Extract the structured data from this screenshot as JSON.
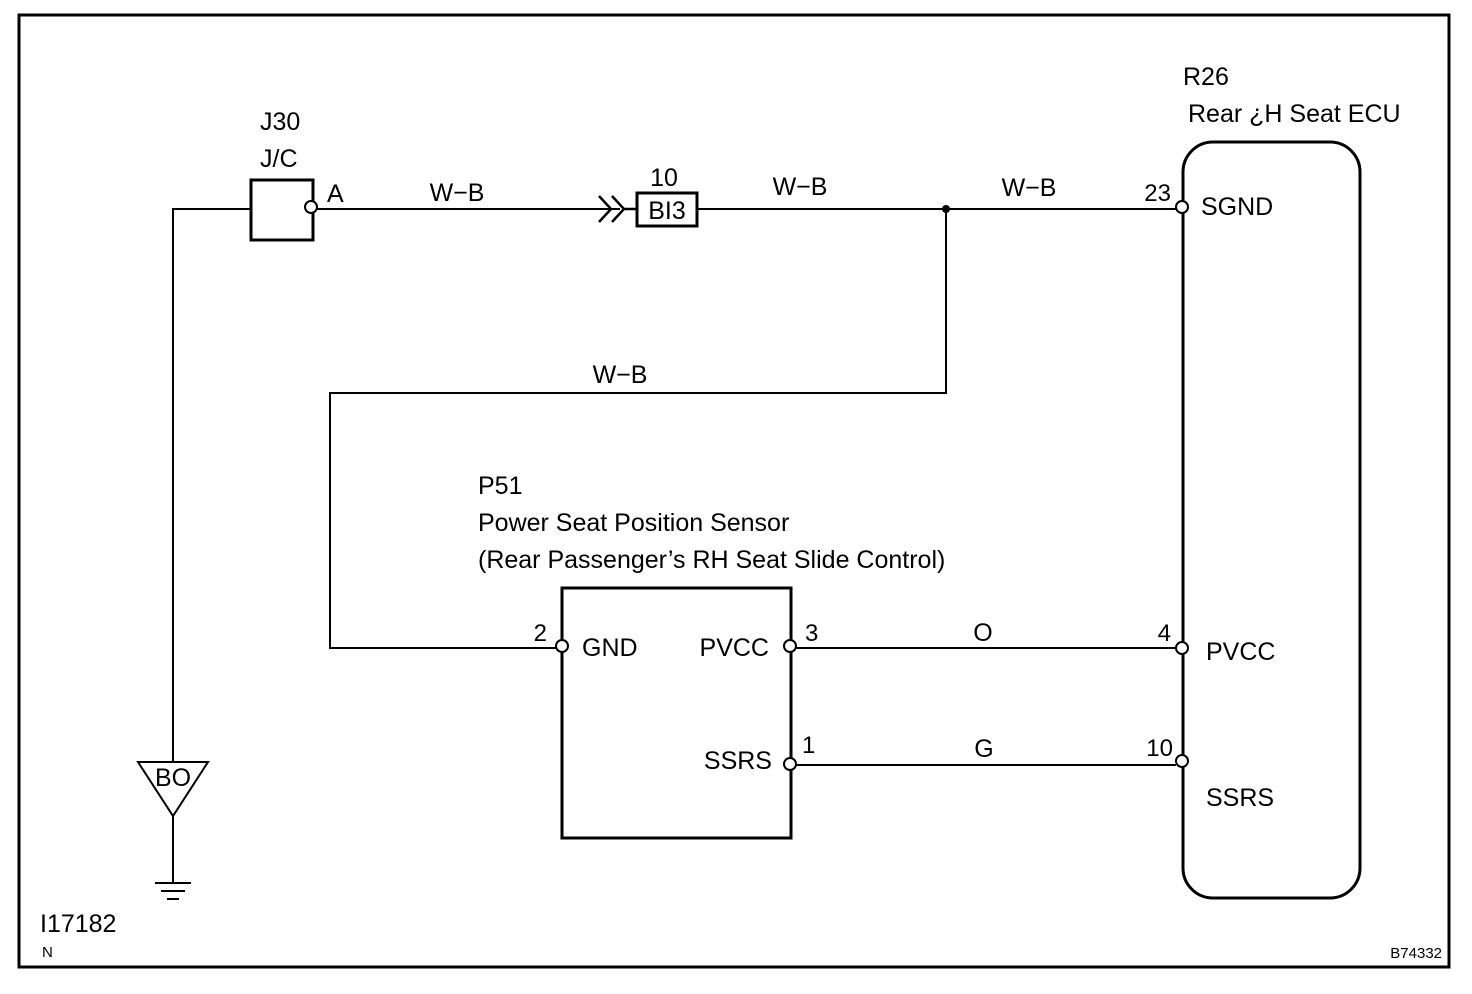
{
  "frame": {
    "border_color": "#000000",
    "background": "#ffffff"
  },
  "junction_block": {
    "code": "J30",
    "name": "J/C",
    "terminal": "A"
  },
  "connector_bl3": {
    "pin": "10",
    "name": "BI3"
  },
  "wires": {
    "jc_to_bl3": "W−B",
    "bl3_to_split": "W−B",
    "split_to_ecu": "W−B",
    "split_to_sensor": "W−B",
    "pvcc_line": "O",
    "ssrs_line": "G"
  },
  "ecu": {
    "code": "R26",
    "name": "Rear ¿H Seat ECU",
    "pins": [
      {
        "number": "23",
        "label": "SGND"
      },
      {
        "number": "4",
        "label": "PVCC"
      },
      {
        "number": "10",
        "label": "SSRS"
      }
    ]
  },
  "sensor": {
    "code": "P51",
    "name": "Power Seat Position Sensor",
    "subtitle": "(Rear Passenger’s RH Seat Slide Control)",
    "pins": [
      {
        "number": "2",
        "label": "GND"
      },
      {
        "number": "3",
        "label": "PVCC"
      },
      {
        "number": "1",
        "label": "SSRS"
      }
    ]
  },
  "ground_point": {
    "label": "BO"
  },
  "figure_ids": {
    "diagram_id": "I17182",
    "sub_id": "N",
    "ref_id": "B74332"
  }
}
